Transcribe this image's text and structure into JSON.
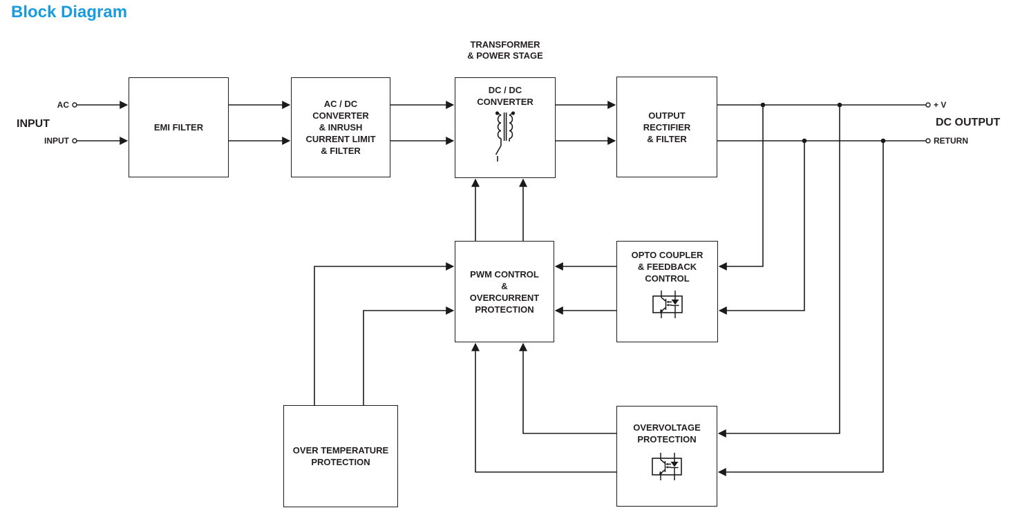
{
  "title": "Block Diagram",
  "colors": {
    "accent": "#189CDD",
    "diagram_line": "#1A1A1A",
    "text": "#231F20"
  },
  "input": {
    "group_label": "INPUT",
    "terminals": [
      {
        "label": "AC"
      },
      {
        "label": "INPUT"
      }
    ]
  },
  "output": {
    "group_label": "DC OUTPUT",
    "terminals": [
      {
        "label": "+ V"
      },
      {
        "label": "RETURN"
      }
    ]
  },
  "annotation": {
    "lines": [
      "TRANSFORMER",
      "& POWER STAGE"
    ]
  },
  "blocks": {
    "emi": {
      "lines": [
        "EMI FILTER"
      ]
    },
    "acdc": {
      "lines": [
        "AC / DC",
        "CONVERTER",
        "& INRUSH",
        "CURRENT LIMIT",
        "& FILTER"
      ]
    },
    "dcdc": {
      "lines": [
        "DC / DC",
        "CONVERTER"
      ],
      "icon": "transformer-icon"
    },
    "rect": {
      "lines": [
        "OUTPUT",
        "RECTIFIER",
        "& FILTER"
      ]
    },
    "pwm": {
      "lines": [
        "PWM CONTROL",
        "&",
        "OVERCURRENT",
        "PROTECTION"
      ]
    },
    "opto": {
      "lines": [
        "OPTO COUPLER",
        "& FEEDBACK",
        "CONTROL"
      ],
      "icon": "optocoupler-icon"
    },
    "otp": {
      "lines": [
        "OVER TEMPERATURE",
        "PROTECTION"
      ]
    },
    "ovp": {
      "lines": [
        "OVERVOLTAGE",
        "PROTECTION"
      ],
      "icon": "optocoupler-icon"
    }
  }
}
